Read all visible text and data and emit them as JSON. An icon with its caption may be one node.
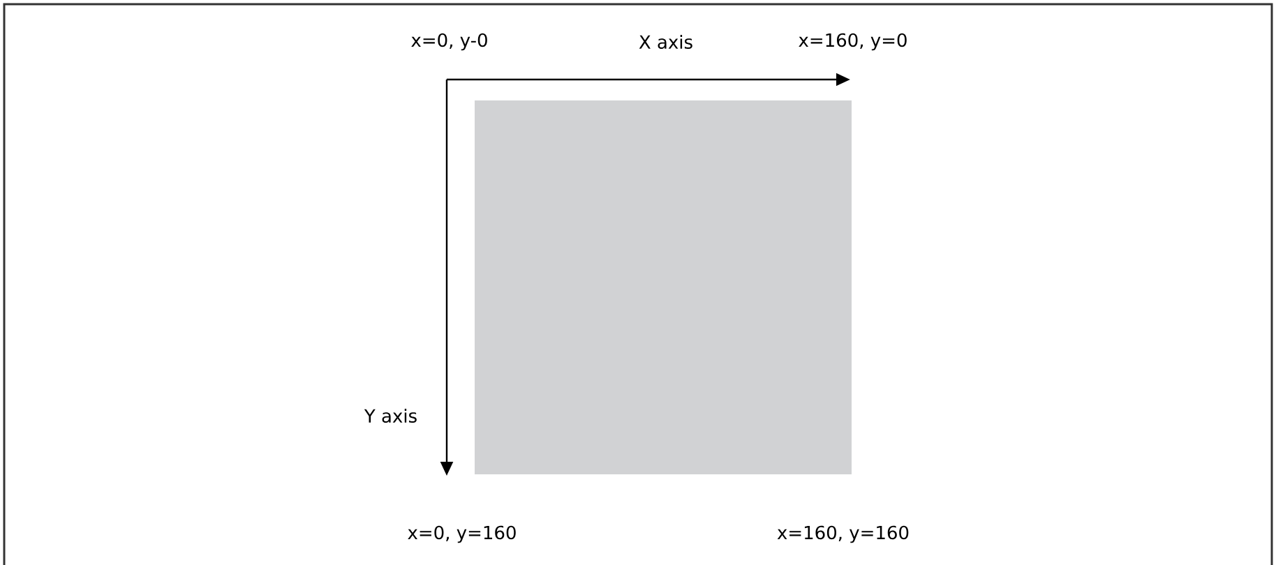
{
  "diagram": {
    "nodes": [
      {
        "text": [],
        "shape": "box"
      }
    ],
    "labels": [
      "x=0, y-0",
      "X axis",
      "x=160, y=0",
      "Y axis",
      "x=0, y=160",
      "x=160, y=160"
    ]
  }
}
